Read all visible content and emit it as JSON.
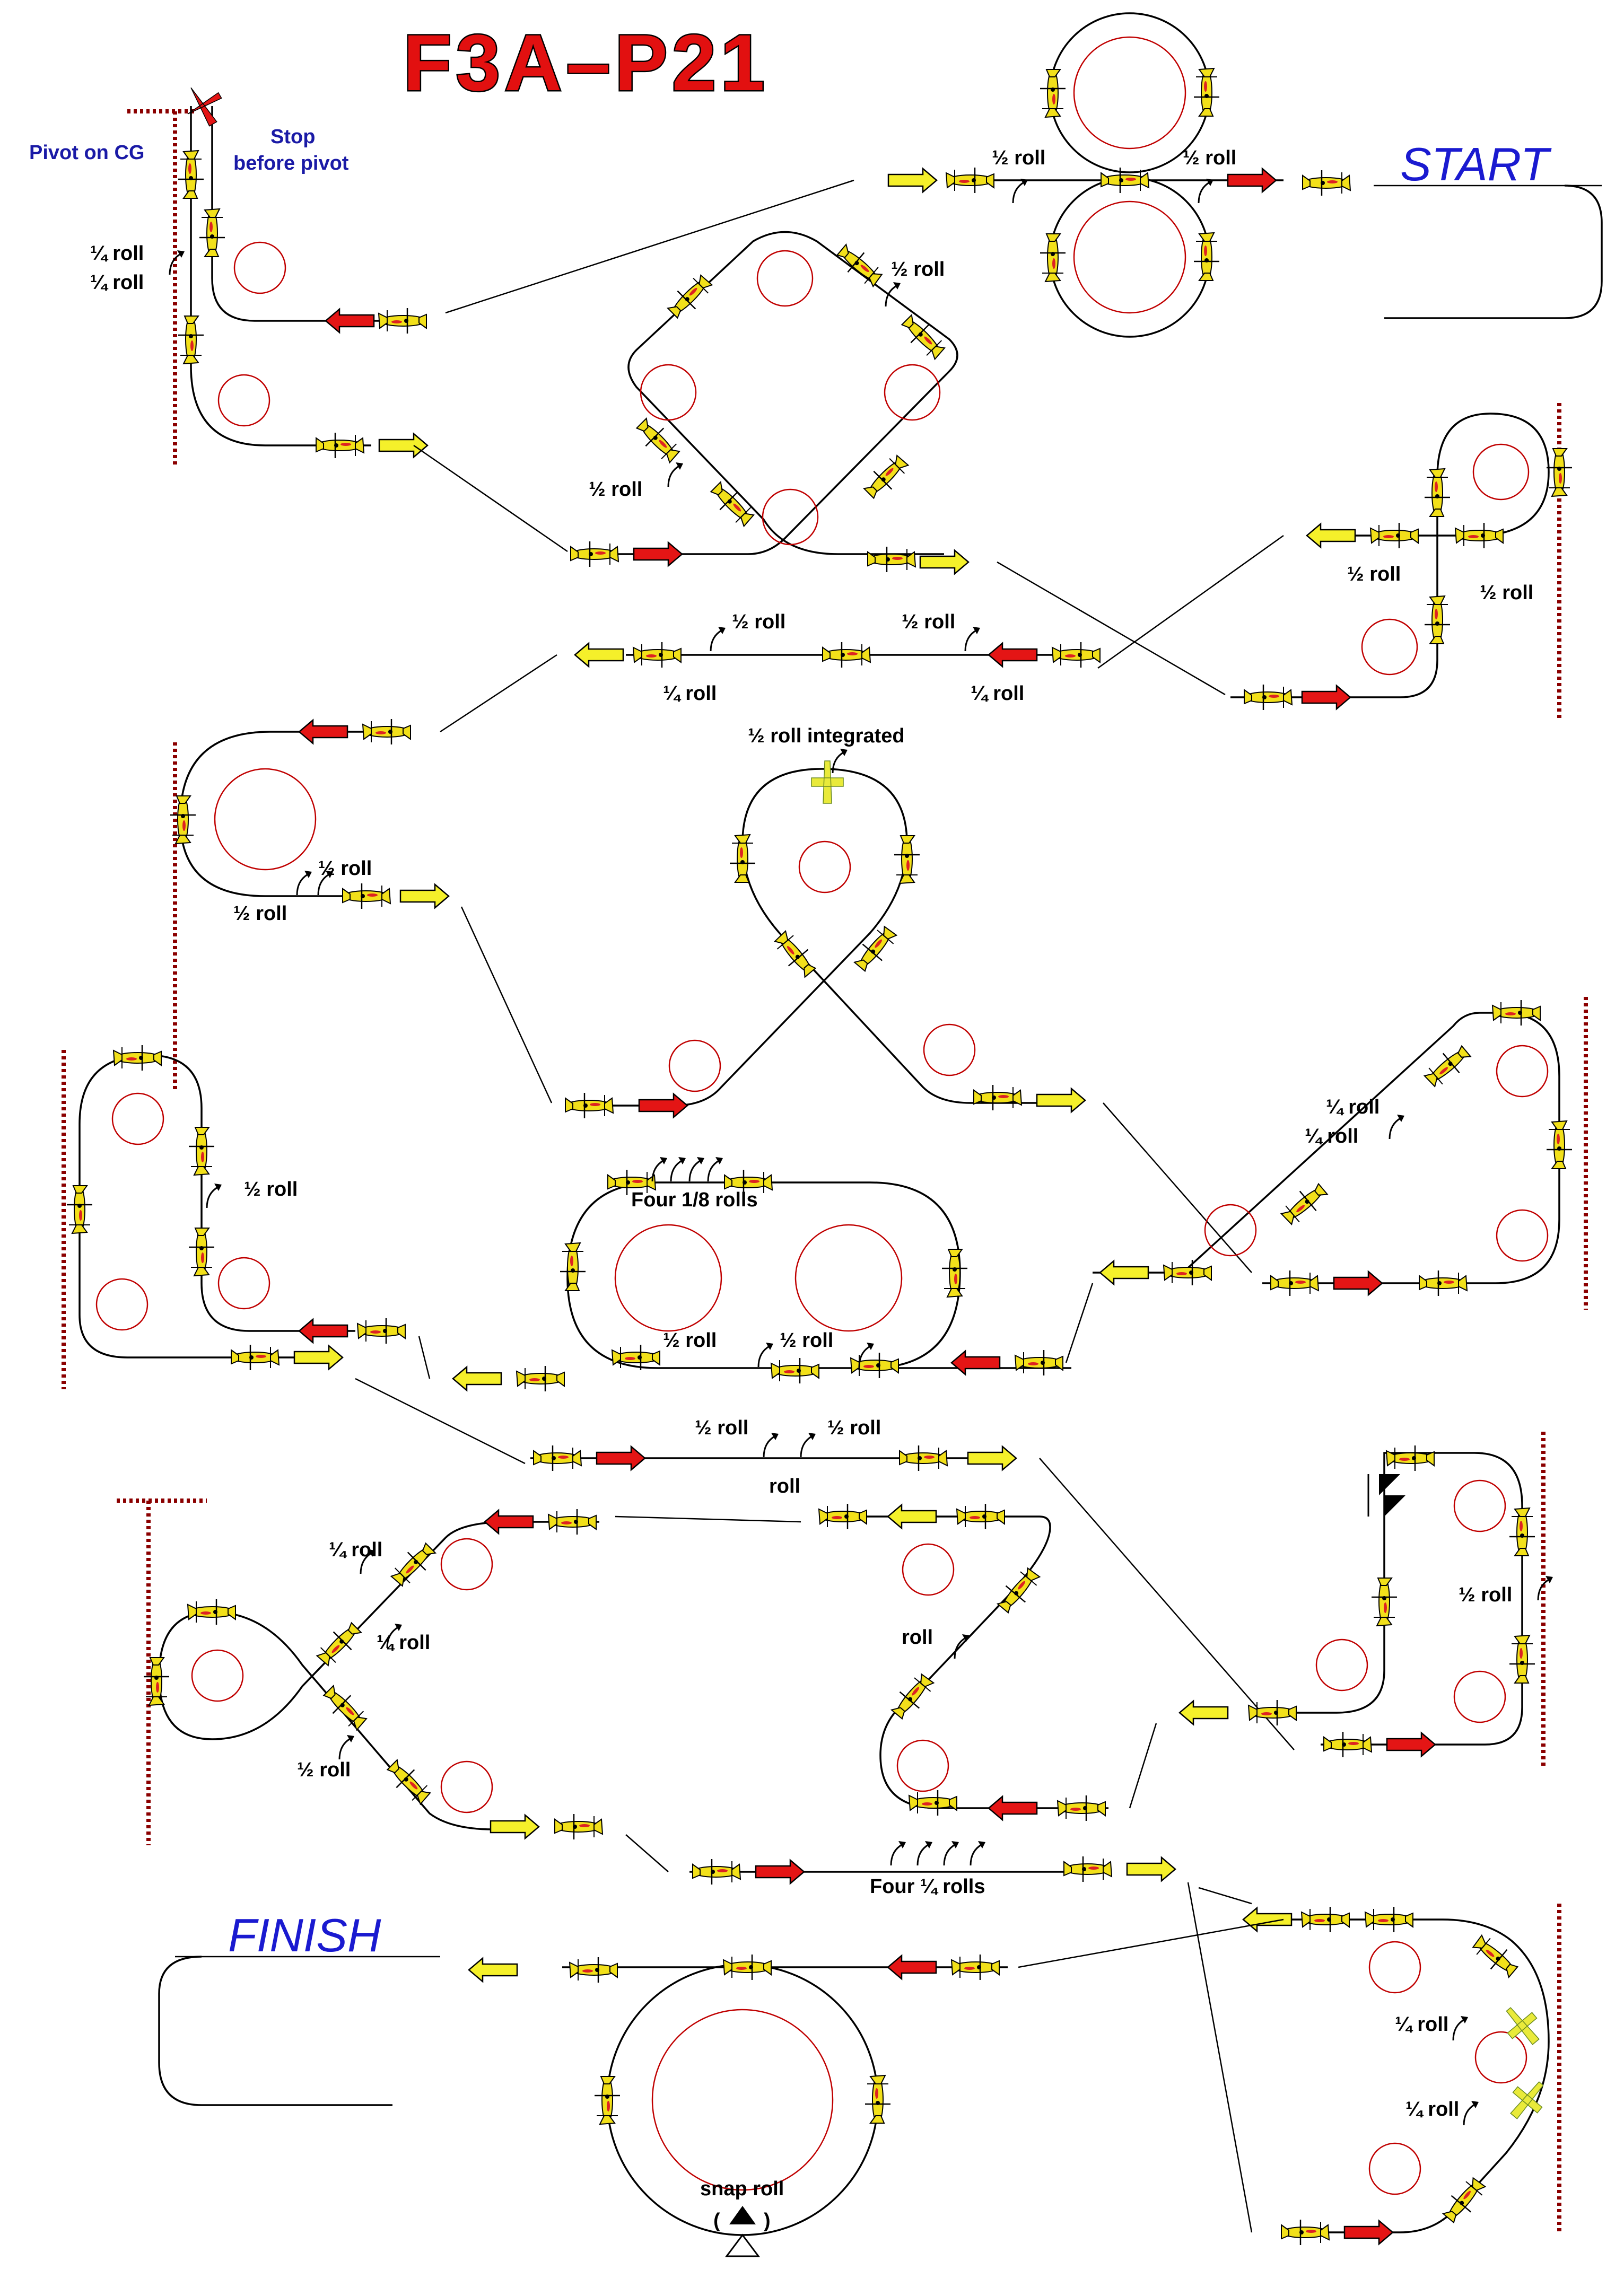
{
  "title": "F3A–P21",
  "start_label": "START",
  "finish_label": "FINISH",
  "labels": {
    "pivot_on_cg": "Pivot on CG",
    "stop": "Stop",
    "before_pivot": "before pivot",
    "half_roll": "½ roll",
    "quarter_roll": "¼ roll",
    "half_roll_integrated": "½ roll integrated",
    "four_eighth_rolls": "Four 1/8 rolls",
    "roll": "roll",
    "four_quarter_rolls": "Four ¼ rolls",
    "snap_roll": "snap roll",
    "paren_open": "(",
    "paren_close": ")"
  },
  "colors": {
    "plane": "#f2e01a",
    "entry_arrow": "#e41515",
    "exit_arrow": "#f5f02a",
    "ring": "#c00000",
    "wall": "#8b0000",
    "start_finish_text": "#1a1ad0",
    "pivot_text": "#1a1aa6"
  },
  "icons": [
    "aircraft-icon",
    "entry-arrow-icon",
    "exit-arrow-icon",
    "roll-arrow-icon",
    "snap-roll-triangle-icon",
    "red-aircraft-icon",
    "spin-triangles-icon"
  ]
}
